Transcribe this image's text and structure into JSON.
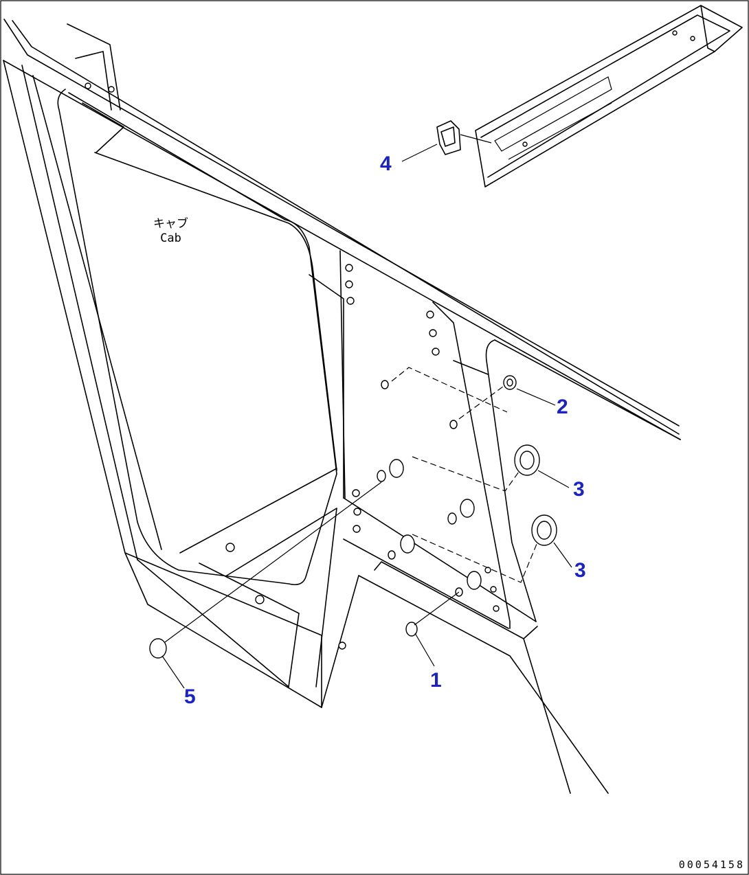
{
  "labels": {
    "cab_jp": "キャブ",
    "cab_en": "Cab"
  },
  "callouts": [
    {
      "id": "1",
      "text": "1"
    },
    {
      "id": "2",
      "text": "2"
    },
    {
      "id": "3a",
      "text": "3"
    },
    {
      "id": "3b",
      "text": "3"
    },
    {
      "id": "4",
      "text": "4"
    },
    {
      "id": "5",
      "text": "5"
    }
  ],
  "drawing_number": "00054158",
  "colors": {
    "callout": "#1a22c8",
    "line": "#000000",
    "background": "#ffffff"
  }
}
